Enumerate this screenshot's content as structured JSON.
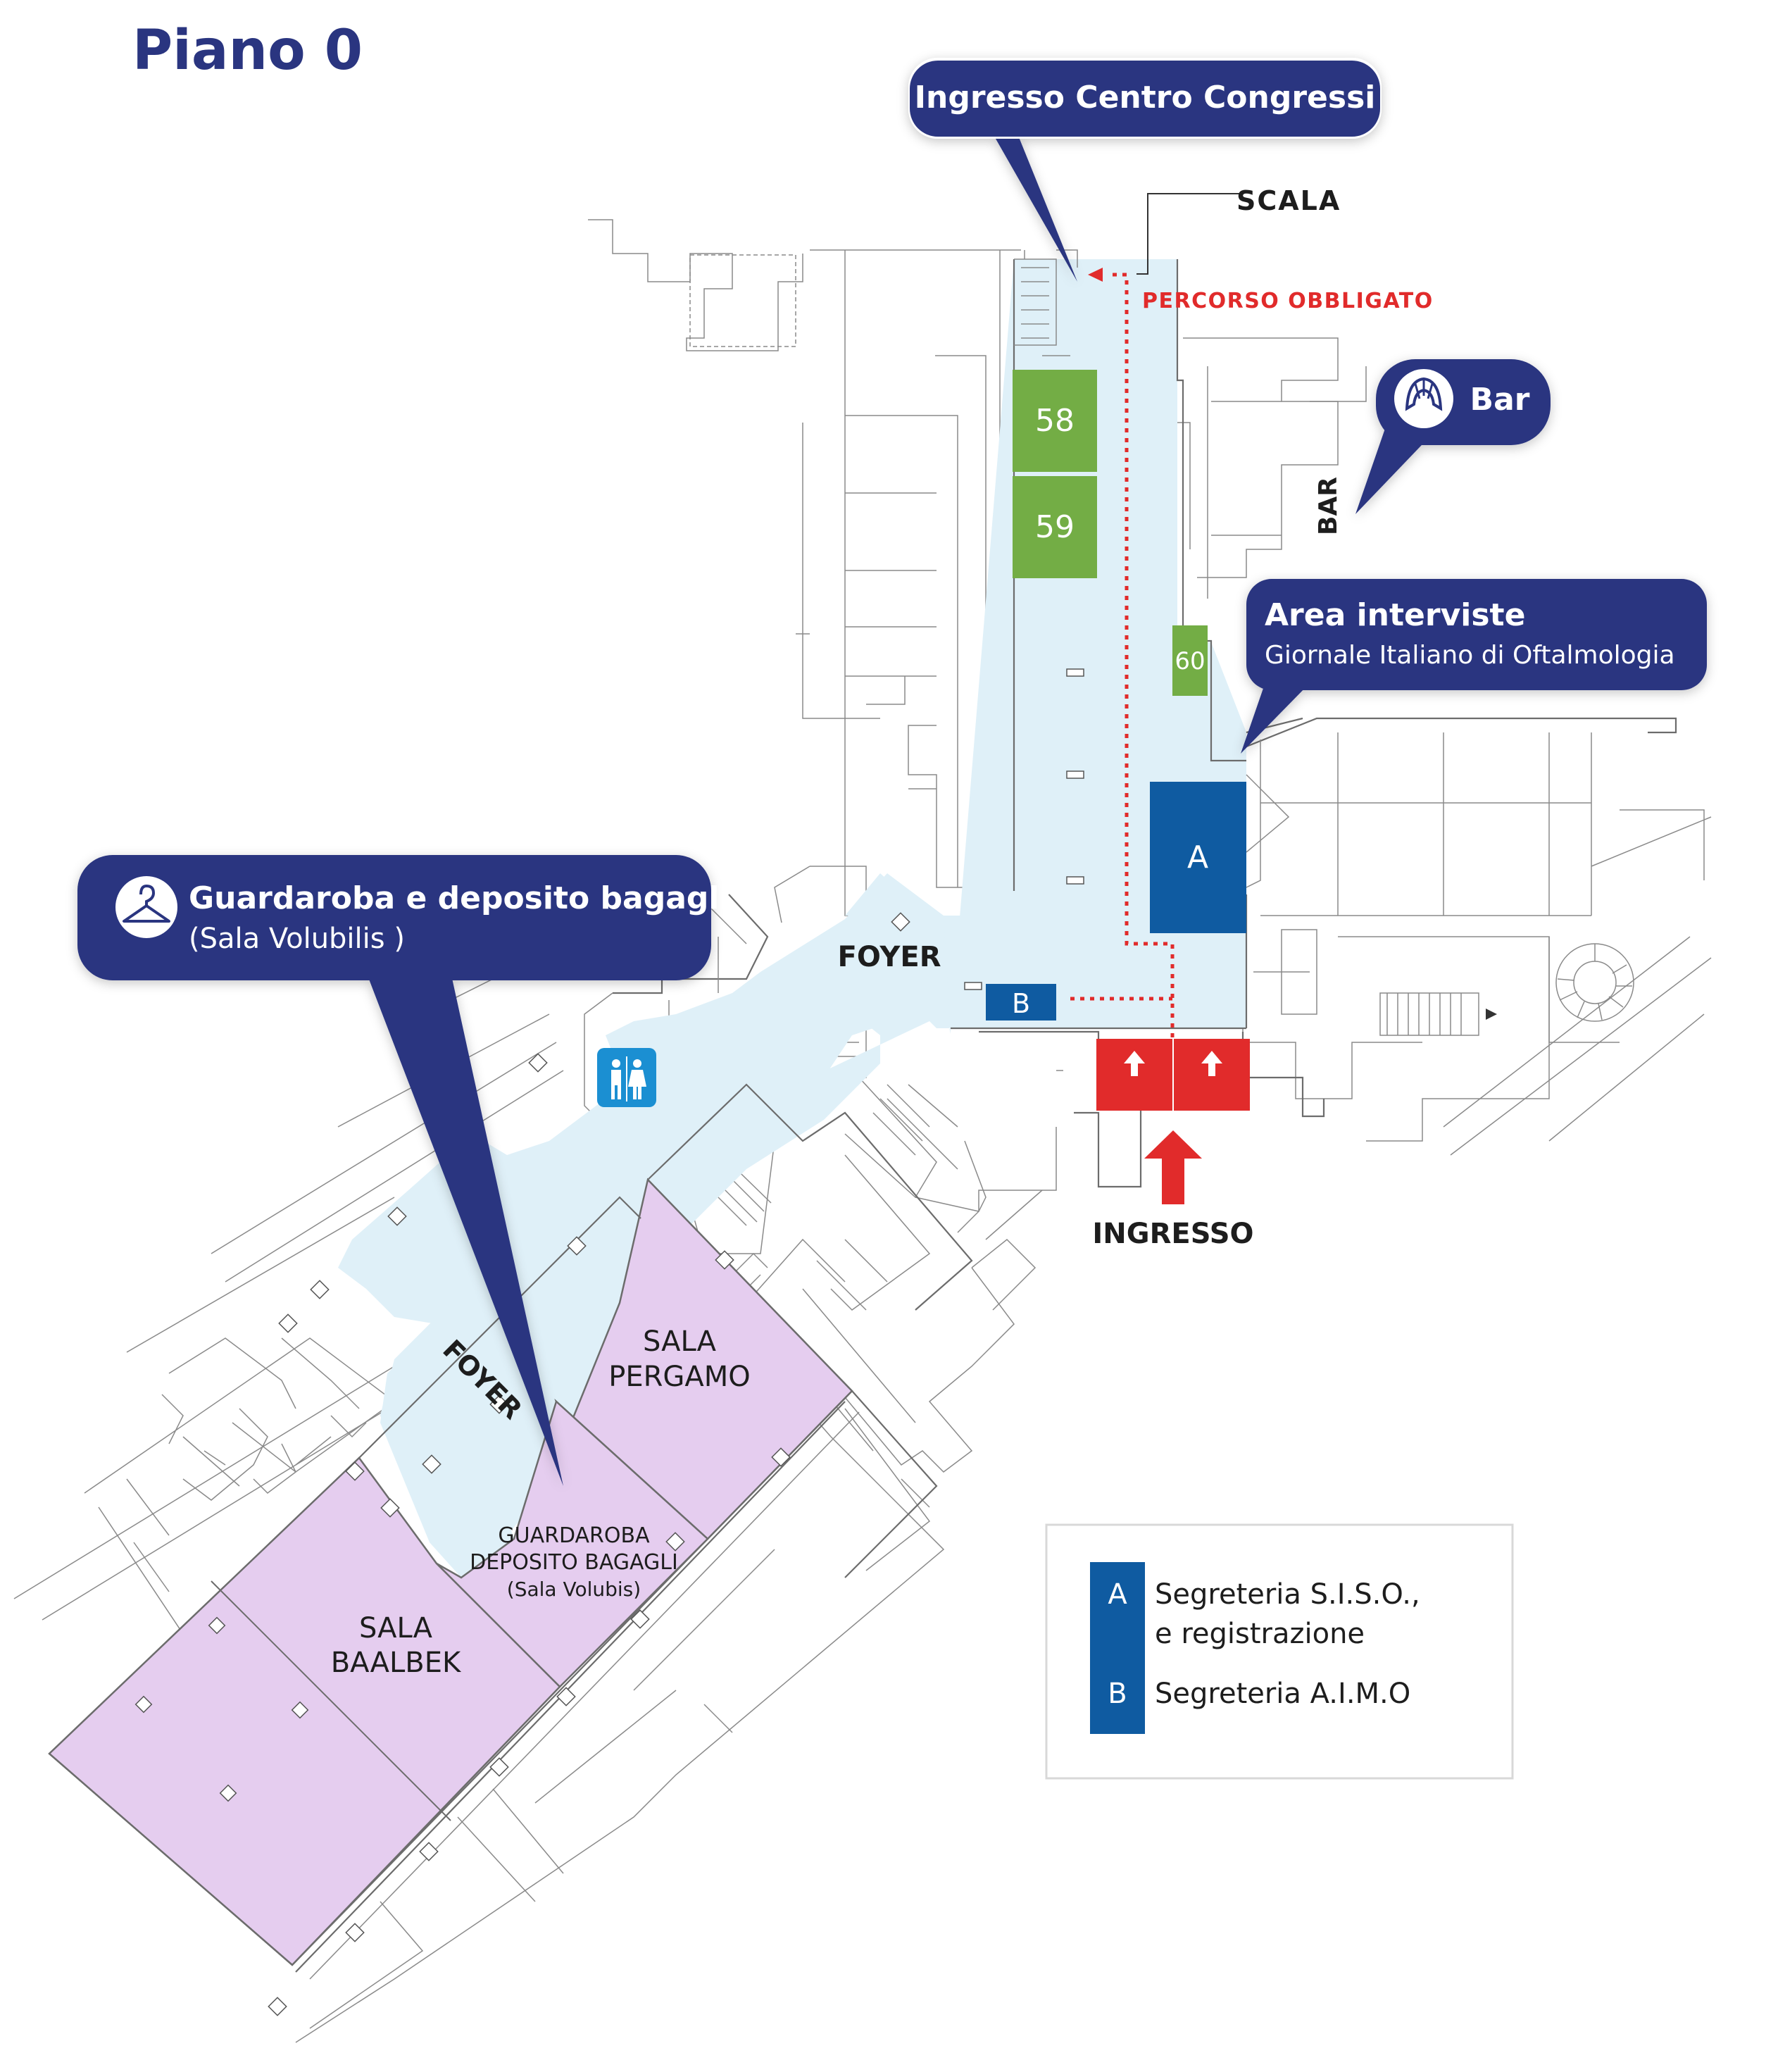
{
  "title": "Piano 0",
  "callouts": {
    "ingresso_cc": "Ingresso Centro Congressi",
    "bar": "Bar",
    "area_interviste": "Area interviste",
    "area_interviste_sub": "Giornale Italiano di Oftalmologia",
    "guardaroba": "Guardaroba e deposito bagagli",
    "guardaroba_sub": "(Sala Volubilis )"
  },
  "labels": {
    "scala": "SCALA",
    "percorso": "PERCORSO OBBLIGATO",
    "bar_vertical": "BAR",
    "foyer_1": "FOYER",
    "foyer_2": "FOYER",
    "ingresso": "INGRESSO",
    "sala_pergamo_1": "SALA",
    "sala_pergamo_2": "PERGAMO",
    "sala_baalbek_1": "SALA",
    "sala_baalbek_2": "BAALBEK",
    "guardaroba_room_1": "GUARDAROBA",
    "guardaroba_room_2": "DEPOSITO BAGAGLI",
    "guardaroba_room_3": "(Sala Volubis)"
  },
  "booths": {
    "b58": "58",
    "b59": "59",
    "b60": "60",
    "a": "A",
    "b": "B"
  },
  "legend": {
    "items": [
      {
        "key": "A",
        "line1": "Segreteria S.I.S.O.,",
        "line2": "e registrazione"
      },
      {
        "key": "B",
        "line1": "Segreteria A.I.M.O",
        "line2": ""
      }
    ]
  },
  "icons": {
    "bar": "croissant-icon",
    "guardaroba": "coat-hanger-icon",
    "restroom": "restroom-icon",
    "entry": "arrow-up-icon"
  },
  "colors": {
    "navy": "#2a3580",
    "light_blue": "#dff0f8",
    "lilac": "#e5cdef",
    "green": "#73ad45",
    "booth_blue": "#0f5ba1",
    "red": "#e12b2b"
  }
}
